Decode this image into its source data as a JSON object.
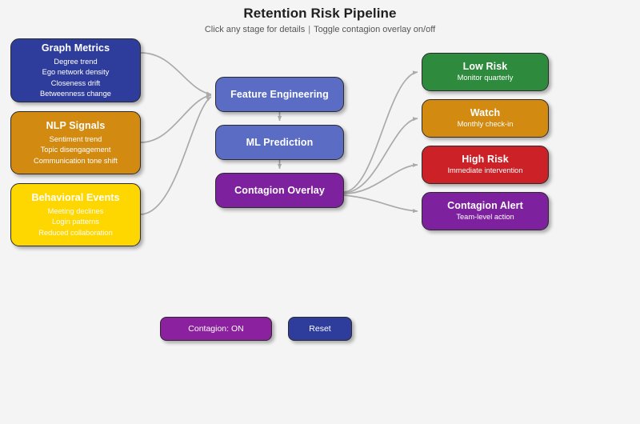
{
  "header": {
    "title": "Retention Risk Pipeline",
    "subtitle_left": "Click any stage for details",
    "subtitle_sep": "|",
    "subtitle_right": "Toggle contagion overlay on/off"
  },
  "sources": [
    {
      "id": "graph-metrics",
      "title": "Graph Metrics",
      "color": "#2e3d9c",
      "lines": [
        "Degree trend",
        "Ego network density",
        "Closeness drift",
        "Betweenness change"
      ]
    },
    {
      "id": "nlp-signals",
      "title": "NLP Signals",
      "color": "#d28a10",
      "lines": [
        "Sentiment trend",
        "Topic disengagement",
        "Communication tone shift"
      ]
    },
    {
      "id": "behavioral-events",
      "title": "Behavioral Events",
      "color": "#ffd700",
      "lines": [
        "Meeting declines",
        "Login patterns",
        "Reduced collaboration"
      ]
    }
  ],
  "pipeline": [
    {
      "id": "feature-engineering",
      "title": "Feature Engineering",
      "color": "#5a6cc4"
    },
    {
      "id": "ml-prediction",
      "title": "ML Prediction",
      "color": "#5a6cc4"
    },
    {
      "id": "contagion-overlay",
      "title": "Contagion Overlay",
      "color": "#7d219e"
    }
  ],
  "outcomes": [
    {
      "id": "low-risk",
      "title": "Low Risk",
      "subtitle": "Monitor quarterly",
      "color": "#2e8b3d"
    },
    {
      "id": "watch",
      "title": "Watch",
      "subtitle": "Monthly check-in",
      "color": "#d28a10"
    },
    {
      "id": "high-risk",
      "title": "High Risk",
      "subtitle": "Immediate intervention",
      "color": "#cc2127"
    },
    {
      "id": "contagion-alert",
      "title": "Contagion Alert",
      "subtitle": "Team-level action",
      "color": "#7d219e"
    }
  ],
  "controls": {
    "contagion_toggle_label": "Contagion: ON",
    "contagion_state": "ON",
    "reset_label": "Reset"
  },
  "style": {
    "background": "#f4f4f4",
    "edge_color": "#aaaaaa",
    "node_border": "#2b2b2b"
  }
}
